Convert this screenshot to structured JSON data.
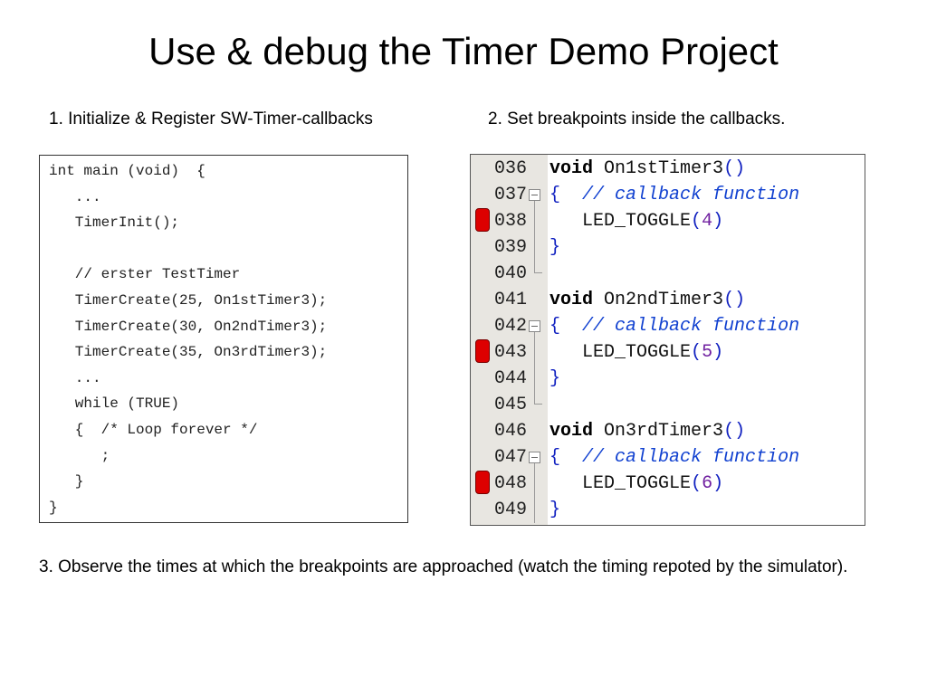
{
  "title": "Use & debug the Timer Demo Project",
  "steps": {
    "step1": "1. Initialize & Register SW-Timer-callbacks",
    "step2": "2. Set breakpoints inside the callbacks.",
    "step3": "3. Observe the times at which the breakpoints are approached (watch the timing repoted by the simulator)."
  },
  "main_code": [
    "int main (void)  {",
    "   ...",
    "   TimerInit();",
    "",
    "   // erster TestTimer",
    "   TimerCreate(25, On1stTimer3);",
    "   TimerCreate(30, On2ndTimer3);",
    "   TimerCreate(35, On3rdTimer3);",
    "   ...",
    "   while (TRUE)",
    "   {  /* Loop forever */",
    "      ;",
    "   }",
    "}"
  ],
  "editor": {
    "line_numbers": [
      "036",
      "037",
      "038",
      "039",
      "040",
      "041",
      "042",
      "043",
      "044",
      "045",
      "046",
      "047",
      "048",
      "049"
    ],
    "breakpoint_lines": [
      "038",
      "043",
      "048"
    ],
    "tokens": {
      "void": "void",
      "open_close_paren": "()",
      "open_brace": "{",
      "close_brace": "}",
      "comment": "// callback function",
      "led_toggle": "LED_TOGGLE",
      "lparen": "(",
      "rparen": ")",
      "func1": "On1stTimer3",
      "func2": "On2ndTimer3",
      "func3": "On3rdTimer3",
      "arg1": "4",
      "arg2": "5",
      "arg3": "6"
    }
  },
  "colors": {
    "breakpoint": "#dd0000",
    "gutter": "#e8e6e1",
    "comment": "#1040d0",
    "number": "#7020a0"
  }
}
